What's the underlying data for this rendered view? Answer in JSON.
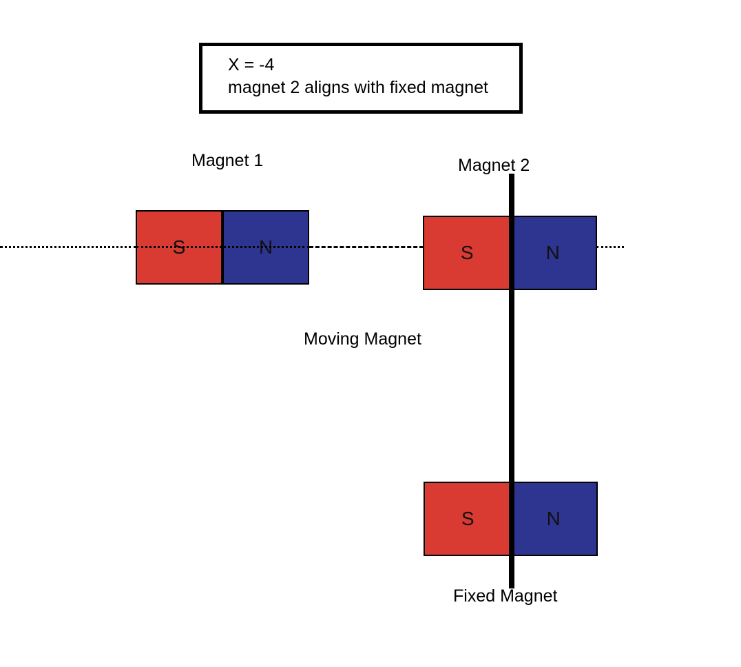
{
  "info_box": {
    "line1": "X = -4",
    "line2": "magnet 2 aligns with fixed magnet"
  },
  "labels": {
    "magnet1": "Magnet 1",
    "magnet2": "Magnet 2",
    "moving": "Moving Magnet",
    "fixed": "Fixed Magnet"
  },
  "poles": {
    "south": "S",
    "north": "N"
  },
  "colors": {
    "south_pole": "#d93a32",
    "north_pole": "#2e3590",
    "outline": "#000000"
  }
}
